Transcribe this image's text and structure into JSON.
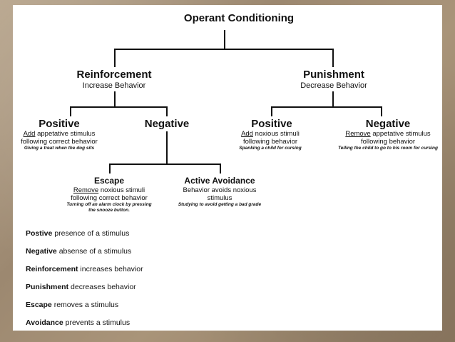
{
  "title": "Operant Conditioning",
  "reinforcement": {
    "label": "Reinforcement",
    "desc": "Increase Behavior",
    "positive": {
      "label": "Positive",
      "line1_em": "Add",
      "line1_rest": " appetative stimulus",
      "line2": "following correct behavior",
      "example": "Giving a treat when the dog sits"
    },
    "negative": {
      "label": "Negative",
      "escape": {
        "label": "Escape",
        "line1_em": "Remove",
        "line1_rest": " noxious stimuli",
        "line2": "following correct behavior",
        "example1": "Turning off an alarm clock by pressing",
        "example2": "the snooze button."
      },
      "avoidance": {
        "label": "Active Avoidance",
        "line1": "Behavior avoids noxious",
        "line2": "stimulus",
        "example": "Studying to avoid getting a bad grade"
      }
    }
  },
  "punishment": {
    "label": "Punishment",
    "desc": "Decrease Behavior",
    "positive": {
      "label": "Positive",
      "line1_em": "Add",
      "line1_rest": " noxious stimuli",
      "line2": "following behavior",
      "example": "Spanking a child for cursing"
    },
    "negative": {
      "label": "Negative",
      "line1_em": "Remove",
      "line1_rest": " appetative stimulus",
      "line2": "following behavior",
      "example": "Telling the child to go to his room for cursing"
    }
  },
  "legend": [
    {
      "term": "Postive",
      "def": " presence of a stimulus"
    },
    {
      "term": "Negative",
      "def": " absense of a stimulus"
    },
    {
      "term": "Reinforcement",
      "def": " increases behavior"
    },
    {
      "term": "Punishment",
      "def": " decreases behavior"
    },
    {
      "term": "Escape",
      "def": " removes a stimulus"
    },
    {
      "term": "Avoidance",
      "def": " prevents a stimulus"
    }
  ]
}
